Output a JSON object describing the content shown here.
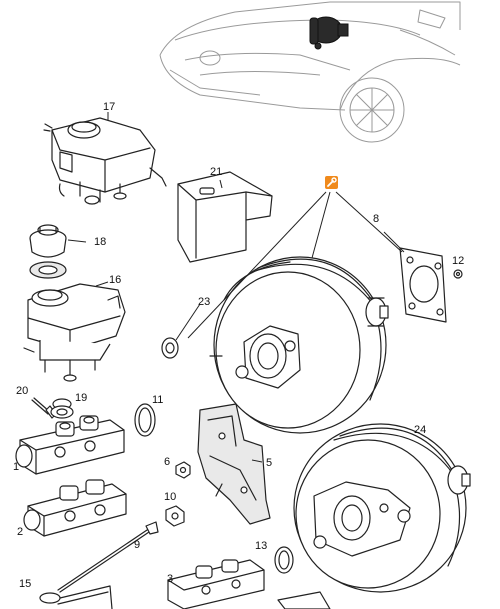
{
  "diagram": {
    "callouts": {
      "c1": "1",
      "c2": "2",
      "c3": "3",
      "c5": "5",
      "c6": "6",
      "c8": "8",
      "c9": "9",
      "c10": "10",
      "c11": "11",
      "c12": "12",
      "c13": "13",
      "c15": "15",
      "c16": "16",
      "c17": "17",
      "c18": "18",
      "c19": "19",
      "c20": "20",
      "c21": "21",
      "c23": "23",
      "c24": "24"
    },
    "marker_icon": "wrench-icon",
    "marker_color": "#f08a1c"
  }
}
